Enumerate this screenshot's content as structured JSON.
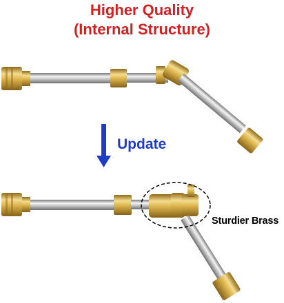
{
  "header": {
    "line1": "Higher Quality",
    "line2": "(Internal Structure)",
    "color": "#d42020"
  },
  "transition": {
    "label": "Update",
    "color": "#1e3cc8",
    "icon": "arrow-down-icon"
  },
  "callout": {
    "label": "Sturdier Brass",
    "icon": "dashed-ellipse-highlight"
  },
  "colors": {
    "brass_light": "#f2d98a",
    "brass_mid": "#d9b24a",
    "brass_dark": "#9a7420",
    "steel_light": "#f0f0f0",
    "steel_mid": "#b8b8b8",
    "steel_dark": "#7a7a7a"
  }
}
